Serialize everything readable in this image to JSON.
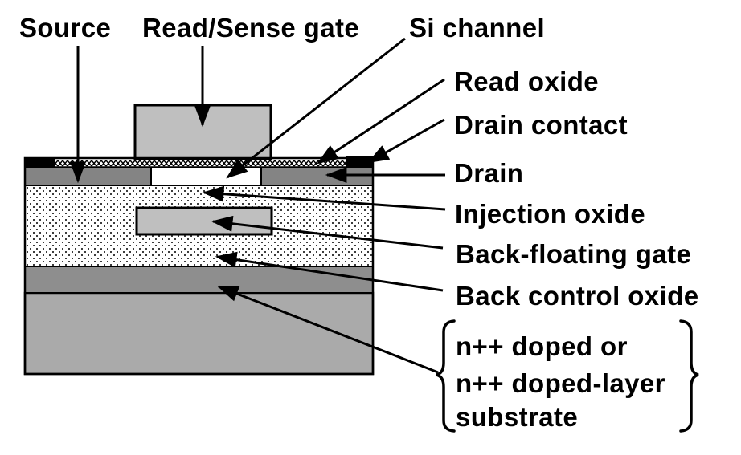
{
  "figure": {
    "top_labels": {
      "source": "Source",
      "read_sense_gate": "Read/Sense gate",
      "si_channel": "Si channel"
    },
    "right_labels": {
      "read_oxide": "Read oxide",
      "drain_contact": "Drain contact",
      "drain": "Drain",
      "injection_oxide": "Injection oxide",
      "back_floating_gate": "Back-floating gate",
      "back_control_oxide": "Back control oxide"
    },
    "substrate_label": {
      "line1": "n++ doped or",
      "line2": "n++ doped-layer",
      "line3": "substrate"
    },
    "colors": {
      "background": "#ffffff",
      "line": "#000000",
      "contact": "#000000",
      "gate": "#bfbfbf",
      "floating_gate": "#bfbfbf",
      "source_drain": "#848484",
      "channel": "#ffffff",
      "n_doped_layer": "#8e8e8e",
      "substrate": "#aaaaaa"
    }
  }
}
